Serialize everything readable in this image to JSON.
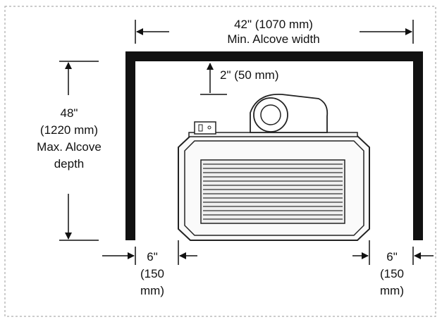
{
  "width_dimension": {
    "value": "42\" (1070 mm)",
    "caption": "Min. Alcove width"
  },
  "top_clearance": {
    "value": "2\" (50 mm)"
  },
  "depth_dimension": {
    "inches": "48\"",
    "mm": "(1220 mm)",
    "caption_line1": "Max. Alcove",
    "caption_line2": "depth"
  },
  "left_side_clearance": {
    "inches": "6\"",
    "mm_line1": "(150",
    "mm_line2": "mm)"
  },
  "right_side_clearance": {
    "inches": "6\"",
    "mm_line1": "(150",
    "mm_line2": "mm)"
  },
  "colors": {
    "line": "#111111",
    "wall": "#111111",
    "background": "#ffffff"
  }
}
